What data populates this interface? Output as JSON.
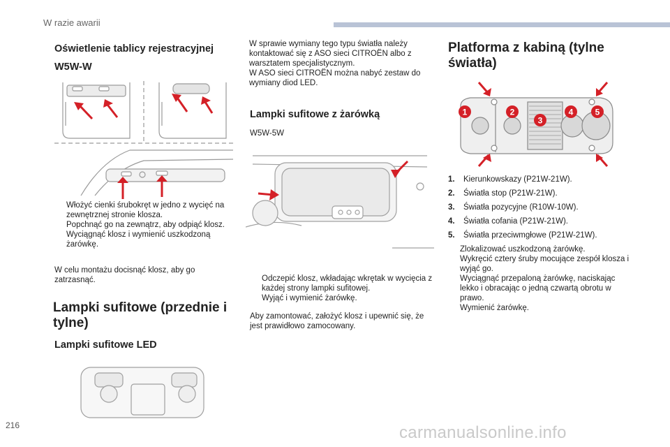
{
  "header": {
    "section": "W razie awarii",
    "page_number": "216"
  },
  "left": {
    "plate": {
      "title": "Oświetlenie tablicy rejestracyjnej",
      "bulb": "W5W-W",
      "steps": [
        "Włożyć cienki śrubokręt w jedno z wycięć na zewnętrznej stronie klosza.",
        "Popchnąć go na zewnątrz, aby odpiąć klosz.",
        "Wyciągnąć klosz i wymienić uszkodzoną żarówkę."
      ],
      "note": "W celu montażu docisnąć klosz, aby go zatrzasnąć."
    },
    "ceiling": {
      "title": "Lampki sufitowe (przednie i tylne)",
      "led_title": "Lampki sufitowe LED"
    }
  },
  "middle": {
    "intro": "W sprawie wymiany tego typu światła należy kontaktować się z ASO sieci CITROËN albo z warsztatem specjalistycznym.\nW ASO sieci CITROËN można nabyć zestaw do wymiany diod LED.",
    "bulb_lamps": {
      "title": "Lampki sufitowe z żarówką",
      "bulb": "W5W-5W",
      "steps": [
        "Odczepić klosz, wkładając wkrętak w wycięcia z każdej strony lampki sufitowej.",
        "Wyjąć i wymienić żarówkę."
      ],
      "note": "Aby zamontować, założyć klosz i upewnić się, że jest prawidłowo zamocowany."
    }
  },
  "right": {
    "title": "Platforma z kabiną (tylne światła)",
    "bulbs": [
      {
        "num": "1.",
        "text": "Kierunkowskazy (P21W-21W)."
      },
      {
        "num": "2.",
        "text": "Światła stop (P21W-21W)."
      },
      {
        "num": "3.",
        "text": "Światła pozycyjne (R10W-10W)."
      },
      {
        "num": "4.",
        "text": "Światła cofania (P21W-21W)."
      },
      {
        "num": "5.",
        "text": "Światła przeciwmgłowe (P21W-21W)."
      }
    ],
    "diagram_labels": [
      "1",
      "2",
      "3",
      "4",
      "5"
    ],
    "steps": [
      "Zlokalizować uszkodzoną żarówkę.",
      "Wykręcić cztery śruby mocujące zespół klosza i wyjąć go.",
      "Wyciągnąć przepaloną żarówkę, naciskając lekko i obracając o jedną czwartą obrotu w prawo.",
      "Wymienić żarówkę."
    ]
  },
  "step_marker": "",
  "watermark": "carmanualsonline.info",
  "colors": {
    "arrow_red": "#d42027",
    "badge_red": "#d42027",
    "header_bar": "#b9c3d6",
    "line_gray": "#9a9a9a"
  }
}
